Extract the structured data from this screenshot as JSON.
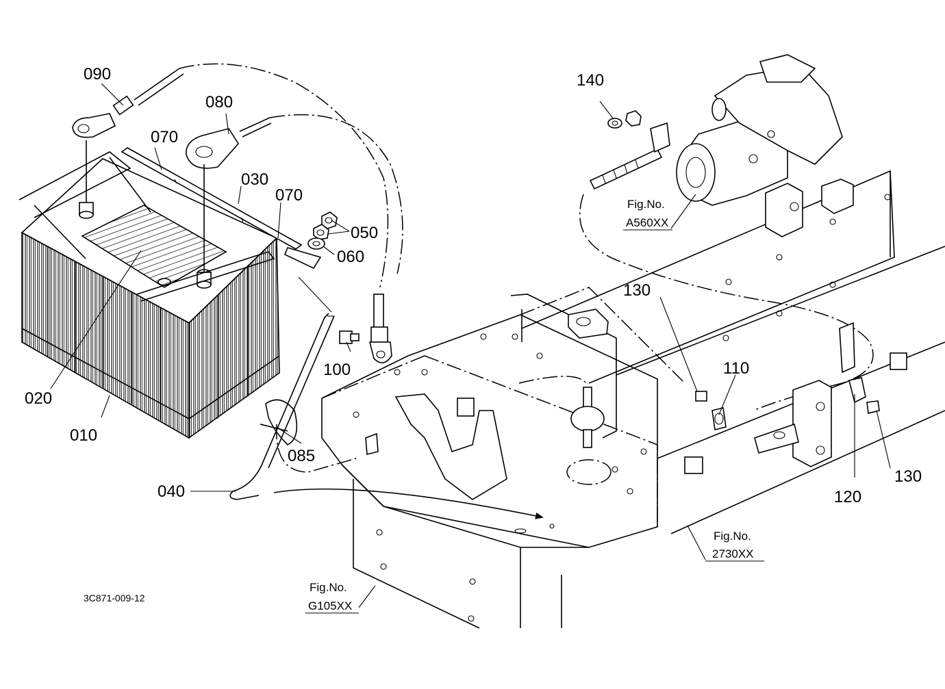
{
  "drawing": {
    "code": "3C871-009-12",
    "parts": [
      {
        "id": "p090",
        "label": "090",
        "name": "negative-cable-terminal"
      },
      {
        "id": "p080",
        "label": "080",
        "name": "positive-cable-terminal"
      },
      {
        "id": "p070a",
        "label": "070",
        "name": "clamp-bolt-left"
      },
      {
        "id": "p030",
        "label": "030",
        "name": "battery-hold-bar"
      },
      {
        "id": "p070b",
        "label": "070",
        "name": "clamp-bolt-right"
      },
      {
        "id": "p050",
        "label": "050",
        "name": "nut-pair"
      },
      {
        "id": "p060",
        "label": "060",
        "name": "washer"
      },
      {
        "id": "p020",
        "label": "020",
        "name": "battery-cover"
      },
      {
        "id": "p010",
        "label": "010",
        "name": "battery"
      },
      {
        "id": "p100",
        "label": "100",
        "name": "ground-bolt"
      },
      {
        "id": "p085",
        "label": "085",
        "name": "cable-band"
      },
      {
        "id": "p040",
        "label": "040",
        "name": "hook-rod"
      },
      {
        "id": "p140",
        "label": "140",
        "name": "starter-nut"
      },
      {
        "id": "p130a",
        "label": "130",
        "name": "clamp-bolt-upper"
      },
      {
        "id": "p110",
        "label": "110",
        "name": "cable-clamp"
      },
      {
        "id": "p120",
        "label": "120",
        "name": "clamp"
      },
      {
        "id": "p130b",
        "label": "130",
        "name": "clamp-bolt-lower"
      }
    ],
    "figure_refs": [
      {
        "id": "figA",
        "prefix": "Fig.No.",
        "number": "A560XX"
      },
      {
        "id": "figB",
        "prefix": "Fig.No.",
        "number": "2730XX"
      },
      {
        "id": "figC",
        "prefix": "Fig.No.",
        "number": "G105XX"
      }
    ]
  }
}
